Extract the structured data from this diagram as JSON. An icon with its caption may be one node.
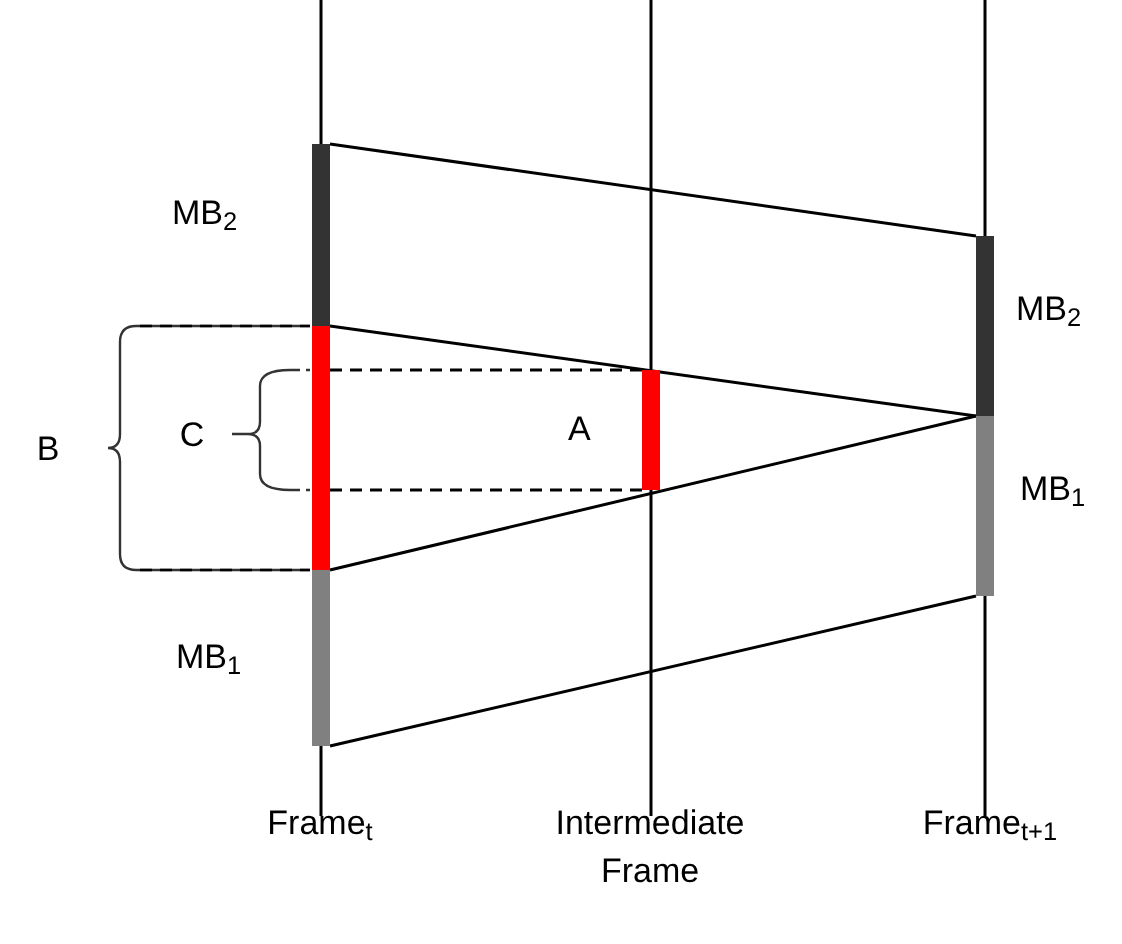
{
  "diagram": {
    "nodes": [
      {
        "text": [],
        "shape": "bar",
        "beside": [
          "MB$_{2}$"
        ]
      },
      {
        "text": [],
        "shape": "bar"
      },
      {
        "text": [],
        "shape": "bar",
        "beside": [
          "MB$_{1}$"
        ]
      },
      {
        "text": [],
        "shape": "bar",
        "beside": [
          "A"
        ]
      },
      {
        "text": [],
        "shape": "bar",
        "beside": [
          "MB$_{2}$"
        ]
      },
      {
        "text": [],
        "shape": "bar",
        "beside": [
          "MB$_{1}$"
        ]
      }
    ],
    "edges": [
      {
        "from": 0,
        "to": 4,
        "arrow": "none"
      },
      {
        "from": 1,
        "to": 4,
        "arrow": "none"
      },
      {
        "from": 1,
        "to": 5,
        "arrow": "none"
      },
      {
        "from": 2,
        "to": 5,
        "arrow": "none"
      },
      {
        "from": 1,
        "to": 3,
        "arrow": "none",
        "style": "dashed"
      },
      {
        "from": 1,
        "to": 3,
        "arrow": "none",
        "style": "dashed"
      }
    ],
    "labels": [
      "B",
      "C",
      "Frame$_{t}$",
      "Intermediate Frame",
      "Frame$_{t+1}$"
    ]
  }
}
